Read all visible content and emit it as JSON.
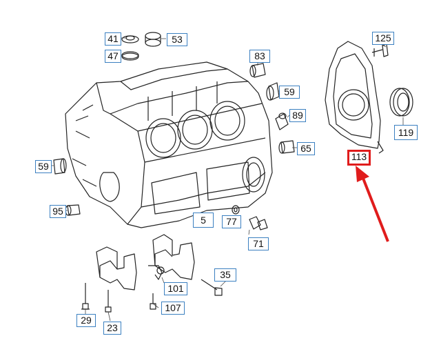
{
  "diagram": {
    "callouts": [
      "41",
      "47",
      "53",
      "125",
      "83",
      "59",
      "89",
      "65",
      "119",
      "113",
      "59",
      "95",
      "5",
      "77",
      "71",
      "35",
      "101",
      "107",
      "29",
      "23"
    ],
    "highlight_color": "#e01c1c",
    "frame_color": "#3a7fc0",
    "arrow_color": "#e01c1c"
  }
}
